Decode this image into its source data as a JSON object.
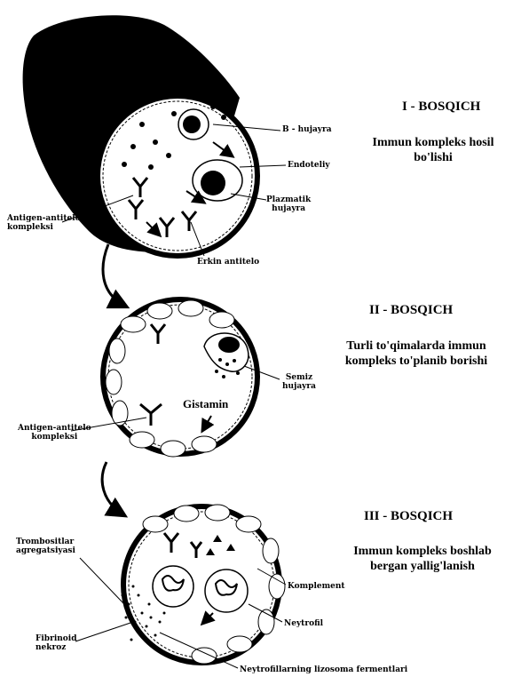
{
  "stages": [
    {
      "title": "I - BOSQICH",
      "desc_line1": "Immun kompleks hosil",
      "desc_line2": "bo'lishi"
    },
    {
      "title": "II - BOSQICH",
      "desc_line1": "Turli to'qimalarda immun",
      "desc_line2": "kompleks to'planib borishi"
    },
    {
      "title": "III - BOSQICH",
      "desc_line1": "Immun kompleks boshlab",
      "desc_line2": "bergan yallig'lanish"
    }
  ],
  "labels": {
    "b_cell": "B - hujayra",
    "endothelium": "Endoteliy",
    "plasma_cell_1": "Plazmatik",
    "plasma_cell_2": "hujayra",
    "ag_ab_complex_1a": "Antigen-antitelo",
    "ag_ab_complex_1b": "kompleksi",
    "free_antibody": "Erkin antitelo",
    "mast_cell_1": "Semiz",
    "mast_cell_2": "hujayra",
    "histamine": "Gistamin",
    "ag_ab_complex_2a": "Antigen-antitelo",
    "ag_ab_complex_2b": "kompleksi",
    "platelet_agg_1": "Trombositlar",
    "platelet_agg_2": "agregatsiyasi",
    "complement": "Komplement",
    "neutrophil": "Neytrofil",
    "fibrinoid_1": "Fibrinoid",
    "fibrinoid_2": "nekroz",
    "lysosomal": "Neytrofillarning lizosoma fermentlari"
  }
}
